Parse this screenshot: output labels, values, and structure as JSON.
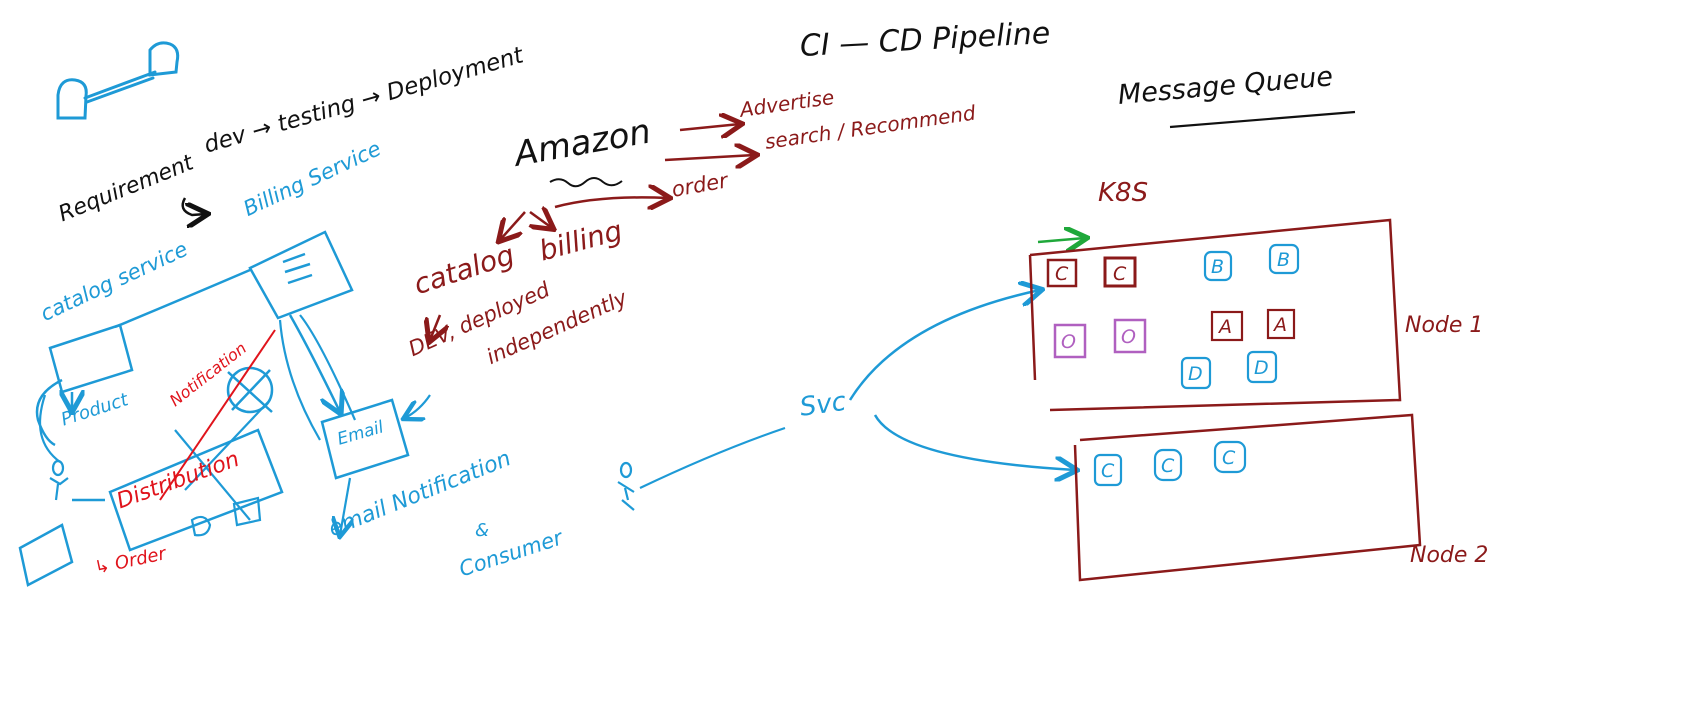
{
  "colors": {
    "black": "#111111",
    "blue": "#1e9ad6",
    "maroon": "#8b1a1a",
    "red": "#e0141c",
    "green": "#1fa83a",
    "purple": "#b060c0"
  },
  "texts": {
    "ci_cd_pipeline": "CI — CD Pipeline",
    "message_queue": "Message Queue",
    "requirement": "Requirement",
    "dev_testing_deployment": "dev → testing → Deployment",
    "billing_service": "Billing Service",
    "catalog_service": "catalog service",
    "product": "Product",
    "notification": "Notification",
    "distribution": "Distribution",
    "order": "↳ Order",
    "email": "Email",
    "email_notification": "email Notification",
    "consumer_amp": "&",
    "consumer": "Consumer",
    "amazon": "Amazon",
    "advertise": "Advertise",
    "search_recommend": "search / Recommend",
    "order_branch": "order",
    "catalog": "catalog",
    "billing": "billing",
    "dev_deployed_independently_1": "DEV, deployed",
    "dev_deployed_independently_2": "independently",
    "svc": "Svc",
    "k8s": "K8S",
    "node1": "Node 1",
    "node2": "Node 2"
  },
  "pods": {
    "node1": [
      "C",
      "C",
      "B",
      "B",
      "O",
      "O",
      "A",
      "A",
      "D",
      "D"
    ],
    "node2": [
      "C",
      "C",
      "C"
    ]
  }
}
